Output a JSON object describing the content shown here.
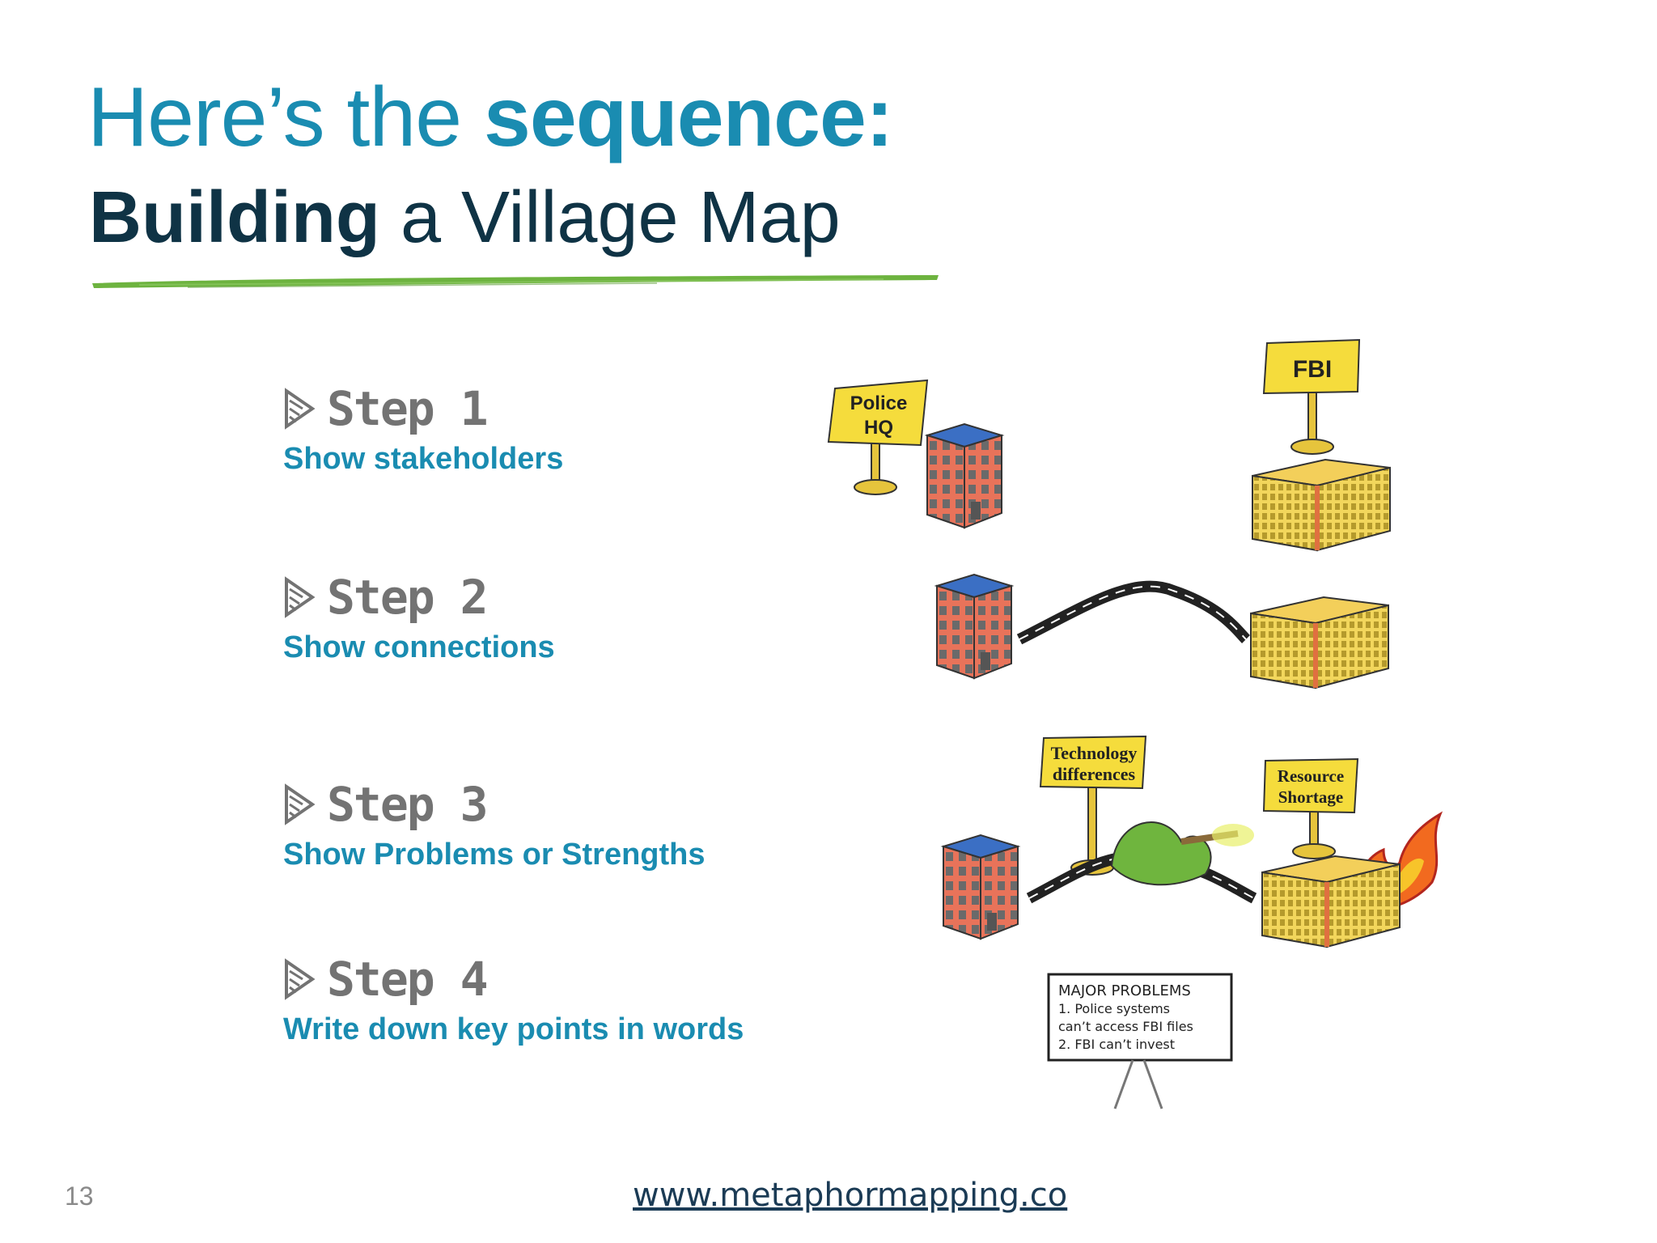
{
  "header": {
    "title_light": "Here’s the",
    "title_bold": "sequence:",
    "subtitle_bold": "Building",
    "subtitle_rest": "a Village Map"
  },
  "steps": [
    {
      "label": "Step 1",
      "description": "Show stakeholders"
    },
    {
      "label": "Step 2",
      "description": "Show connections"
    },
    {
      "label": "Step 3",
      "description": "Show Problems or Strengths"
    },
    {
      "label": "Step 4",
      "description": "Write down key points in words"
    }
  ],
  "illustration": {
    "signs": {
      "police": [
        "Police",
        "HQ"
      ],
      "fbi": "FBI",
      "technology": [
        "Technology",
        "differences"
      ],
      "resource": [
        "Resource",
        "Shortage"
      ]
    },
    "problems_board": {
      "heading": "MAJOR PROBLEMS",
      "line1": "1. Police systems",
      "line2": "can’t access FBI files",
      "line3": "2. FBI can’t invest"
    }
  },
  "footer": {
    "page_number": "13",
    "url": "www.metaphormapping.co"
  },
  "colors": {
    "accent_blue": "#1a8cb1",
    "dark_navy": "#0f3345",
    "brush_green": "#6db33f",
    "step_gray": "#737373"
  }
}
